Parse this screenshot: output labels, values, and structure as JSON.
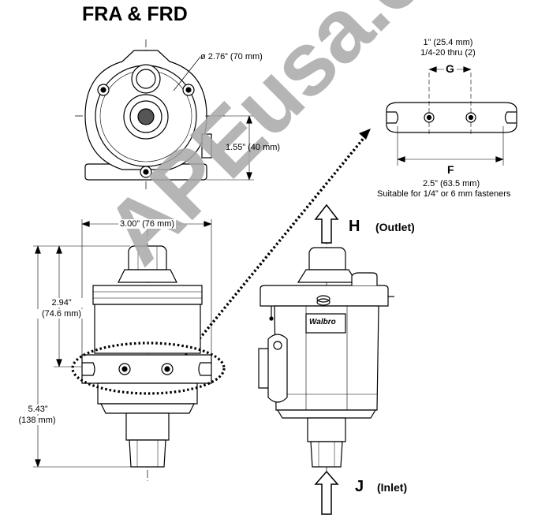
{
  "title": "FRA & FRD",
  "top_view": {
    "diameter": "ø 2.76” (70 mm)",
    "height": "1.55” (40 mm)"
  },
  "mount_detail": {
    "g_spacing_line1": "1” (25.4 mm)",
    "g_spacing_line2": "1/4-20 thru (2)",
    "g_label": "G",
    "f_label": "F",
    "f_spacing": "2.5” (63.5 mm)",
    "fastener_note": "Suitable for 1/4” or 6 mm fasteners"
  },
  "side_view": {
    "width": "3.00” (76 mm)",
    "mid_height_line1": "2.94”",
    "mid_height_line2": "(74.6 mm)",
    "total_height_line1": "5.43”",
    "total_height_line2": "(138 mm)"
  },
  "front_view": {
    "brand": "Walbro",
    "outlet_letter": "H",
    "outlet_label": "(Outlet)",
    "inlet_letter": "J",
    "inlet_label": "(Inlet)"
  },
  "watermark": "APEusa.com"
}
